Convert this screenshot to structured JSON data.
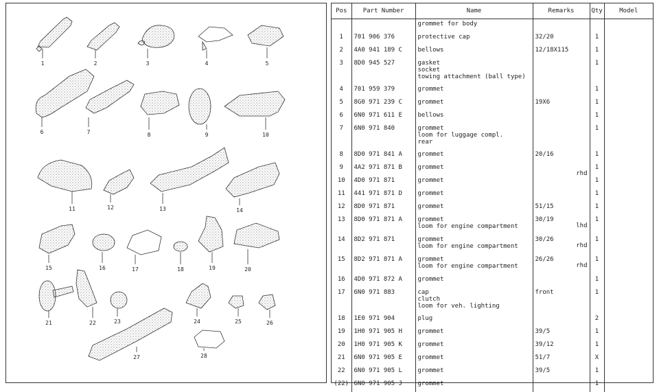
{
  "diagram": {
    "labels": [
      "1",
      "2",
      "3",
      "4",
      "5",
      "6",
      "7",
      "8",
      "9",
      "10",
      "11",
      "12",
      "13",
      "14",
      "15",
      "16",
      "17",
      "18",
      "19",
      "20",
      "21",
      "22",
      "23",
      "24",
      "25",
      "26",
      "27",
      "28"
    ]
  },
  "table": {
    "headers": [
      "Pos",
      "Part Number",
      "Name",
      "Remarks",
      "Qty",
      "Model"
    ],
    "rows": [
      {
        "pos": "",
        "part": "",
        "name": [
          "grommet for body"
        ],
        "remark": "",
        "side": "",
        "qty": ""
      },
      {
        "pos": "1",
        "part": "701 906 376",
        "name": [
          "protective cap"
        ],
        "remark": "32/20",
        "side": "",
        "qty": "1"
      },
      {
        "pos": "2",
        "part": "4A0 941 189 C",
        "name": [
          "bellows"
        ],
        "remark": "12/18X115",
        "side": "",
        "qty": "1"
      },
      {
        "pos": "3",
        "part": "8D0 945 527",
        "name": [
          "gasket",
          "socket",
          "towing attachment (ball type)"
        ],
        "remark": "",
        "side": "",
        "qty": "1"
      },
      {
        "pos": "4",
        "part": "701 959 379",
        "name": [
          "grommet"
        ],
        "remark": "",
        "side": "",
        "qty": "1"
      },
      {
        "pos": "5",
        "part": "8G0 971 239 C",
        "name": [
          "grommet"
        ],
        "remark": "19X6",
        "side": "",
        "qty": "1"
      },
      {
        "pos": "6",
        "part": "6N0 971 611 E",
        "name": [
          "bellows"
        ],
        "remark": "",
        "side": "",
        "qty": "1"
      },
      {
        "pos": "7",
        "part": "6N0 971 840",
        "name": [
          "grommet",
          "loom for luggage compl.",
          "rear"
        ],
        "remark": "",
        "side": "",
        "qty": "1"
      },
      {
        "pos": "8",
        "part": "8D0 971 841 A",
        "name": [
          "grommet"
        ],
        "remark": "20/16",
        "side": "",
        "qty": "1"
      },
      {
        "pos": "9",
        "part": "4A2 971 871 B",
        "name": [
          "grommet"
        ],
        "remark": "",
        "side": "rhd",
        "qty": "1"
      },
      {
        "pos": "10",
        "part": "4D0 971 871",
        "name": [
          "grommet"
        ],
        "remark": "",
        "side": "",
        "qty": "1"
      },
      {
        "pos": "11",
        "part": "441 971 871 D",
        "name": [
          "grommet"
        ],
        "remark": "",
        "side": "",
        "qty": "1"
      },
      {
        "pos": "12",
        "part": "8D0 971 871",
        "name": [
          "grommet"
        ],
        "remark": "51/15",
        "side": "",
        "qty": "1"
      },
      {
        "pos": "13",
        "part": "8D0 971 871 A",
        "name": [
          "grommet",
          "loom for engine compartment"
        ],
        "remark": "30/19",
        "side": "lhd",
        "qty": "1"
      },
      {
        "pos": "14",
        "part": "8D2 971 871",
        "name": [
          "grommet",
          "loom for engine compartment"
        ],
        "remark": "30/26",
        "side": "rhd",
        "qty": "1"
      },
      {
        "pos": "15",
        "part": "8D2 971 871 A",
        "name": [
          "grommet",
          "loom for engine compartment"
        ],
        "remark": "26/26",
        "side": "rhd",
        "qty": "1"
      },
      {
        "pos": "16",
        "part": "4D0 971 872 A",
        "name": [
          "grommet"
        ],
        "remark": "",
        "side": "",
        "qty": "1"
      },
      {
        "pos": "17",
        "part": "6N0 971 883",
        "name": [
          "cap",
          "clutch",
          "loom for veh. lighting"
        ],
        "remark": "front",
        "side": "",
        "qty": "1"
      },
      {
        "pos": "18",
        "part": "1E0 971 904",
        "name": [
          "plug"
        ],
        "remark": "",
        "side": "",
        "qty": "2"
      },
      {
        "pos": "19",
        "part": "1H0 971 905 H",
        "name": [
          "grommet"
        ],
        "remark": "39/5",
        "side": "",
        "qty": "1"
      },
      {
        "pos": "20",
        "part": "1H0 971 905 K",
        "name": [
          "grommet"
        ],
        "remark": "39/12",
        "side": "",
        "qty": "1"
      },
      {
        "pos": "21",
        "part": "6N0 971 905 E",
        "name": [
          "grommet"
        ],
        "remark": "51/7",
        "side": "",
        "qty": "X"
      },
      {
        "pos": "22",
        "part": "6N0 971 905 L",
        "name": [
          "grommet"
        ],
        "remark": "39/5",
        "side": "",
        "qty": "1"
      },
      {
        "pos": "(22)",
        "part": "6N0 971 905 J",
        "name": [
          "grommet"
        ],
        "remark": "",
        "side": "",
        "qty": "1"
      }
    ]
  }
}
